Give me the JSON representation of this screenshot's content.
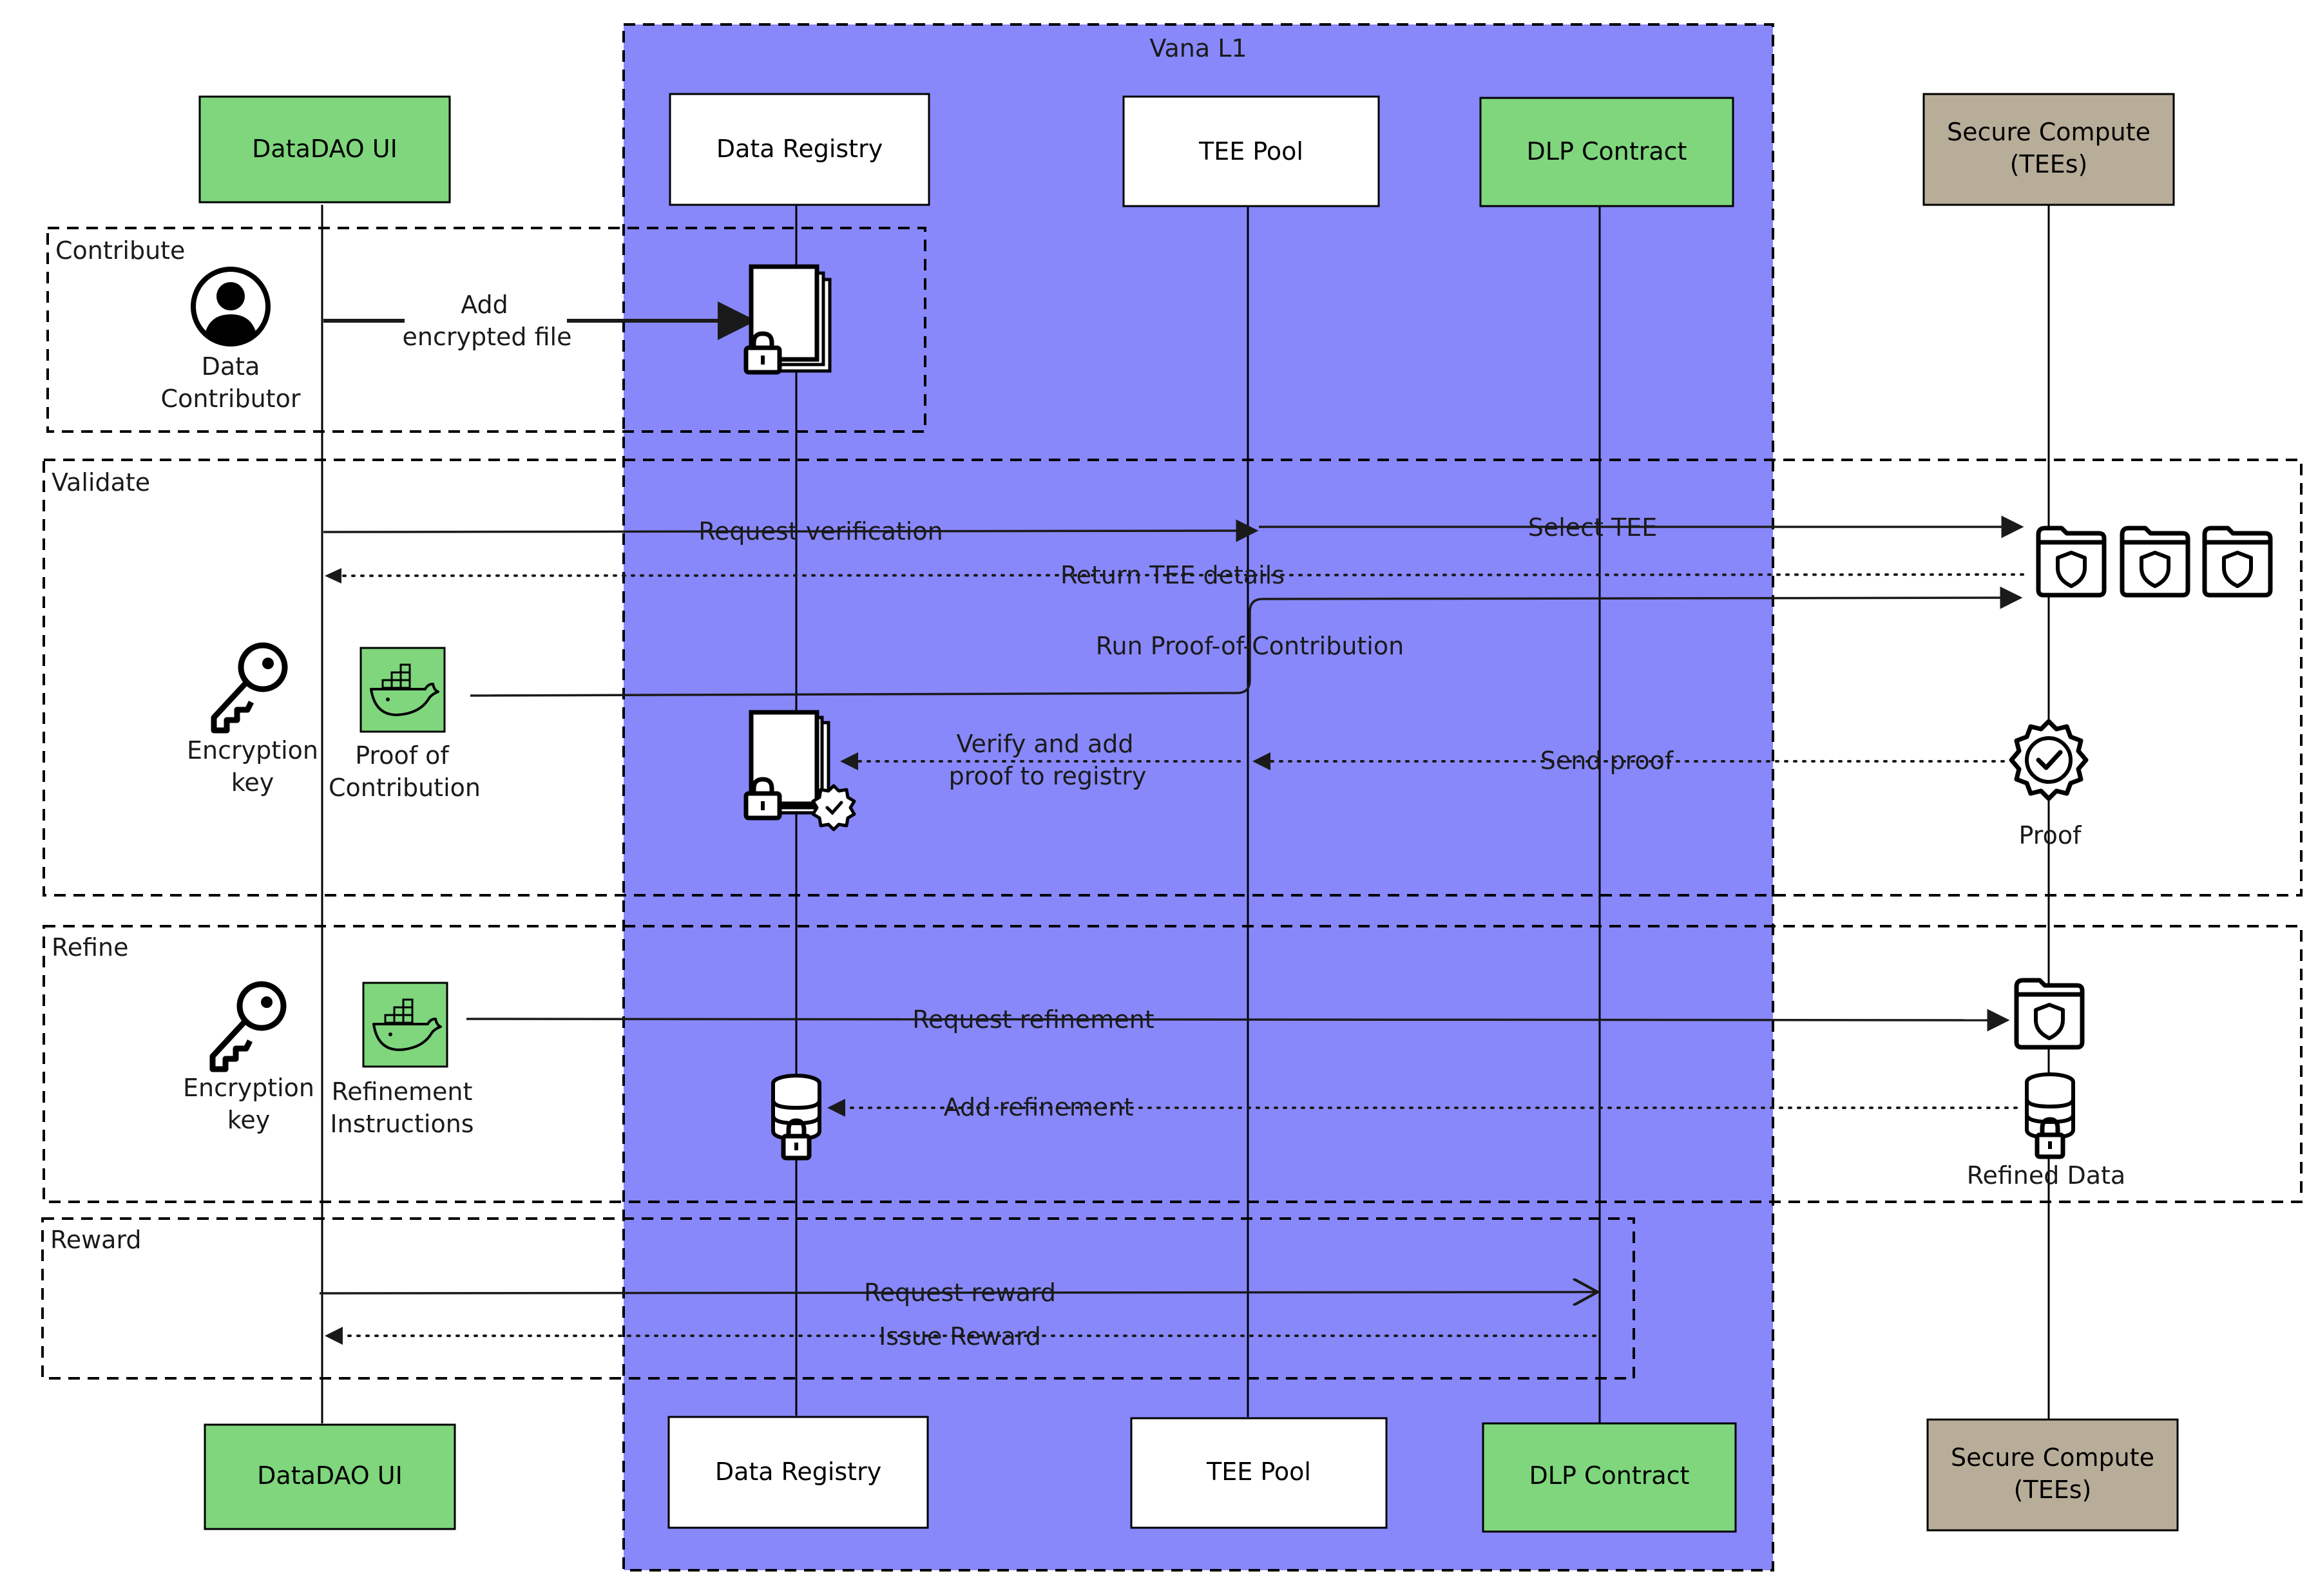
{
  "colors": {
    "vana_bg": "#8888fb",
    "green": "#7fd67d",
    "tan": "#b8ad98",
    "white": "#ffffff",
    "line": "#1a1a1a"
  },
  "region": {
    "vana_title": "Vana L1"
  },
  "participants": {
    "datadao_ui": "DataDAO UI",
    "data_registry": "Data Registry",
    "tee_pool": "TEE Pool",
    "dlp_contract": "DLP Contract",
    "secure_compute_1": "Secure Compute",
    "secure_compute_2": "(TEEs)"
  },
  "frames": {
    "contribute": "Contribute",
    "validate": "Validate",
    "refine": "Refine",
    "reward": "Reward"
  },
  "actors": {
    "data_contributor_1": "Data",
    "data_contributor_2": "Contributor",
    "encryption_key_1": "Encryption",
    "encryption_key_2": "key",
    "proof_of_contribution_1": "Proof of",
    "proof_of_contribution_2": "Contribution",
    "refinement_instructions_1": "Refinement",
    "refinement_instructions_2": "Instructions",
    "proof": "Proof",
    "refined_data": "Refined Data"
  },
  "messages": {
    "add_file_1": "Add",
    "add_file_2": "encrypted file",
    "request_verification": "Request verification",
    "select_tee": "Select TEE",
    "return_tee_details": "Return TEE details",
    "run_poc": "Run Proof-of-Contribution",
    "verify_add_1": "Verify and add",
    "verify_add_2": "proof to registry",
    "send_proof": "Send proof",
    "request_refinement": "Request refinement",
    "add_refinement": "Add refinement",
    "request_reward": "Request reward",
    "issue_reward": "Issue Reward"
  },
  "icons": [
    "user-icon",
    "document-lock-icon",
    "key-icon",
    "docker-icon",
    "shield-folder-icon",
    "verified-badge-icon",
    "document-verified-icon",
    "database-lock-icon"
  ]
}
